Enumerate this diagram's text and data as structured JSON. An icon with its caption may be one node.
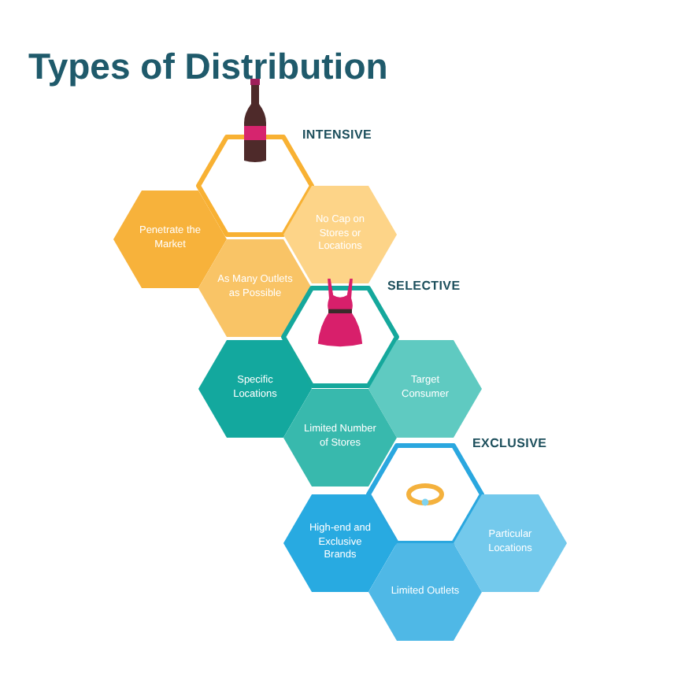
{
  "diagram": {
    "title": "Types of Distribution",
    "nodes": [
      {
        "text": [
          "INTENSIVE"
        ]
      },
      {
        "text": [
          "Penetrate the Market"
        ]
      },
      {
        "text": [
          "No Cap on Stores or Locations"
        ]
      },
      {
        "text": [
          "As Many Outlets as Possible"
        ]
      },
      {
        "text": [
          "SELECTIVE"
        ]
      },
      {
        "text": [
          "Specific Locations"
        ]
      },
      {
        "text": [
          "Target Consumer"
        ]
      },
      {
        "text": [
          "Limited Number of Stores"
        ]
      },
      {
        "text": [
          "EXCLUSIVE"
        ]
      },
      {
        "text": [
          "High-end and Exclusive Brands"
        ]
      },
      {
        "text": [
          "Particular Locations"
        ]
      },
      {
        "text": [
          "Limited Outlets"
        ]
      }
    ]
  }
}
